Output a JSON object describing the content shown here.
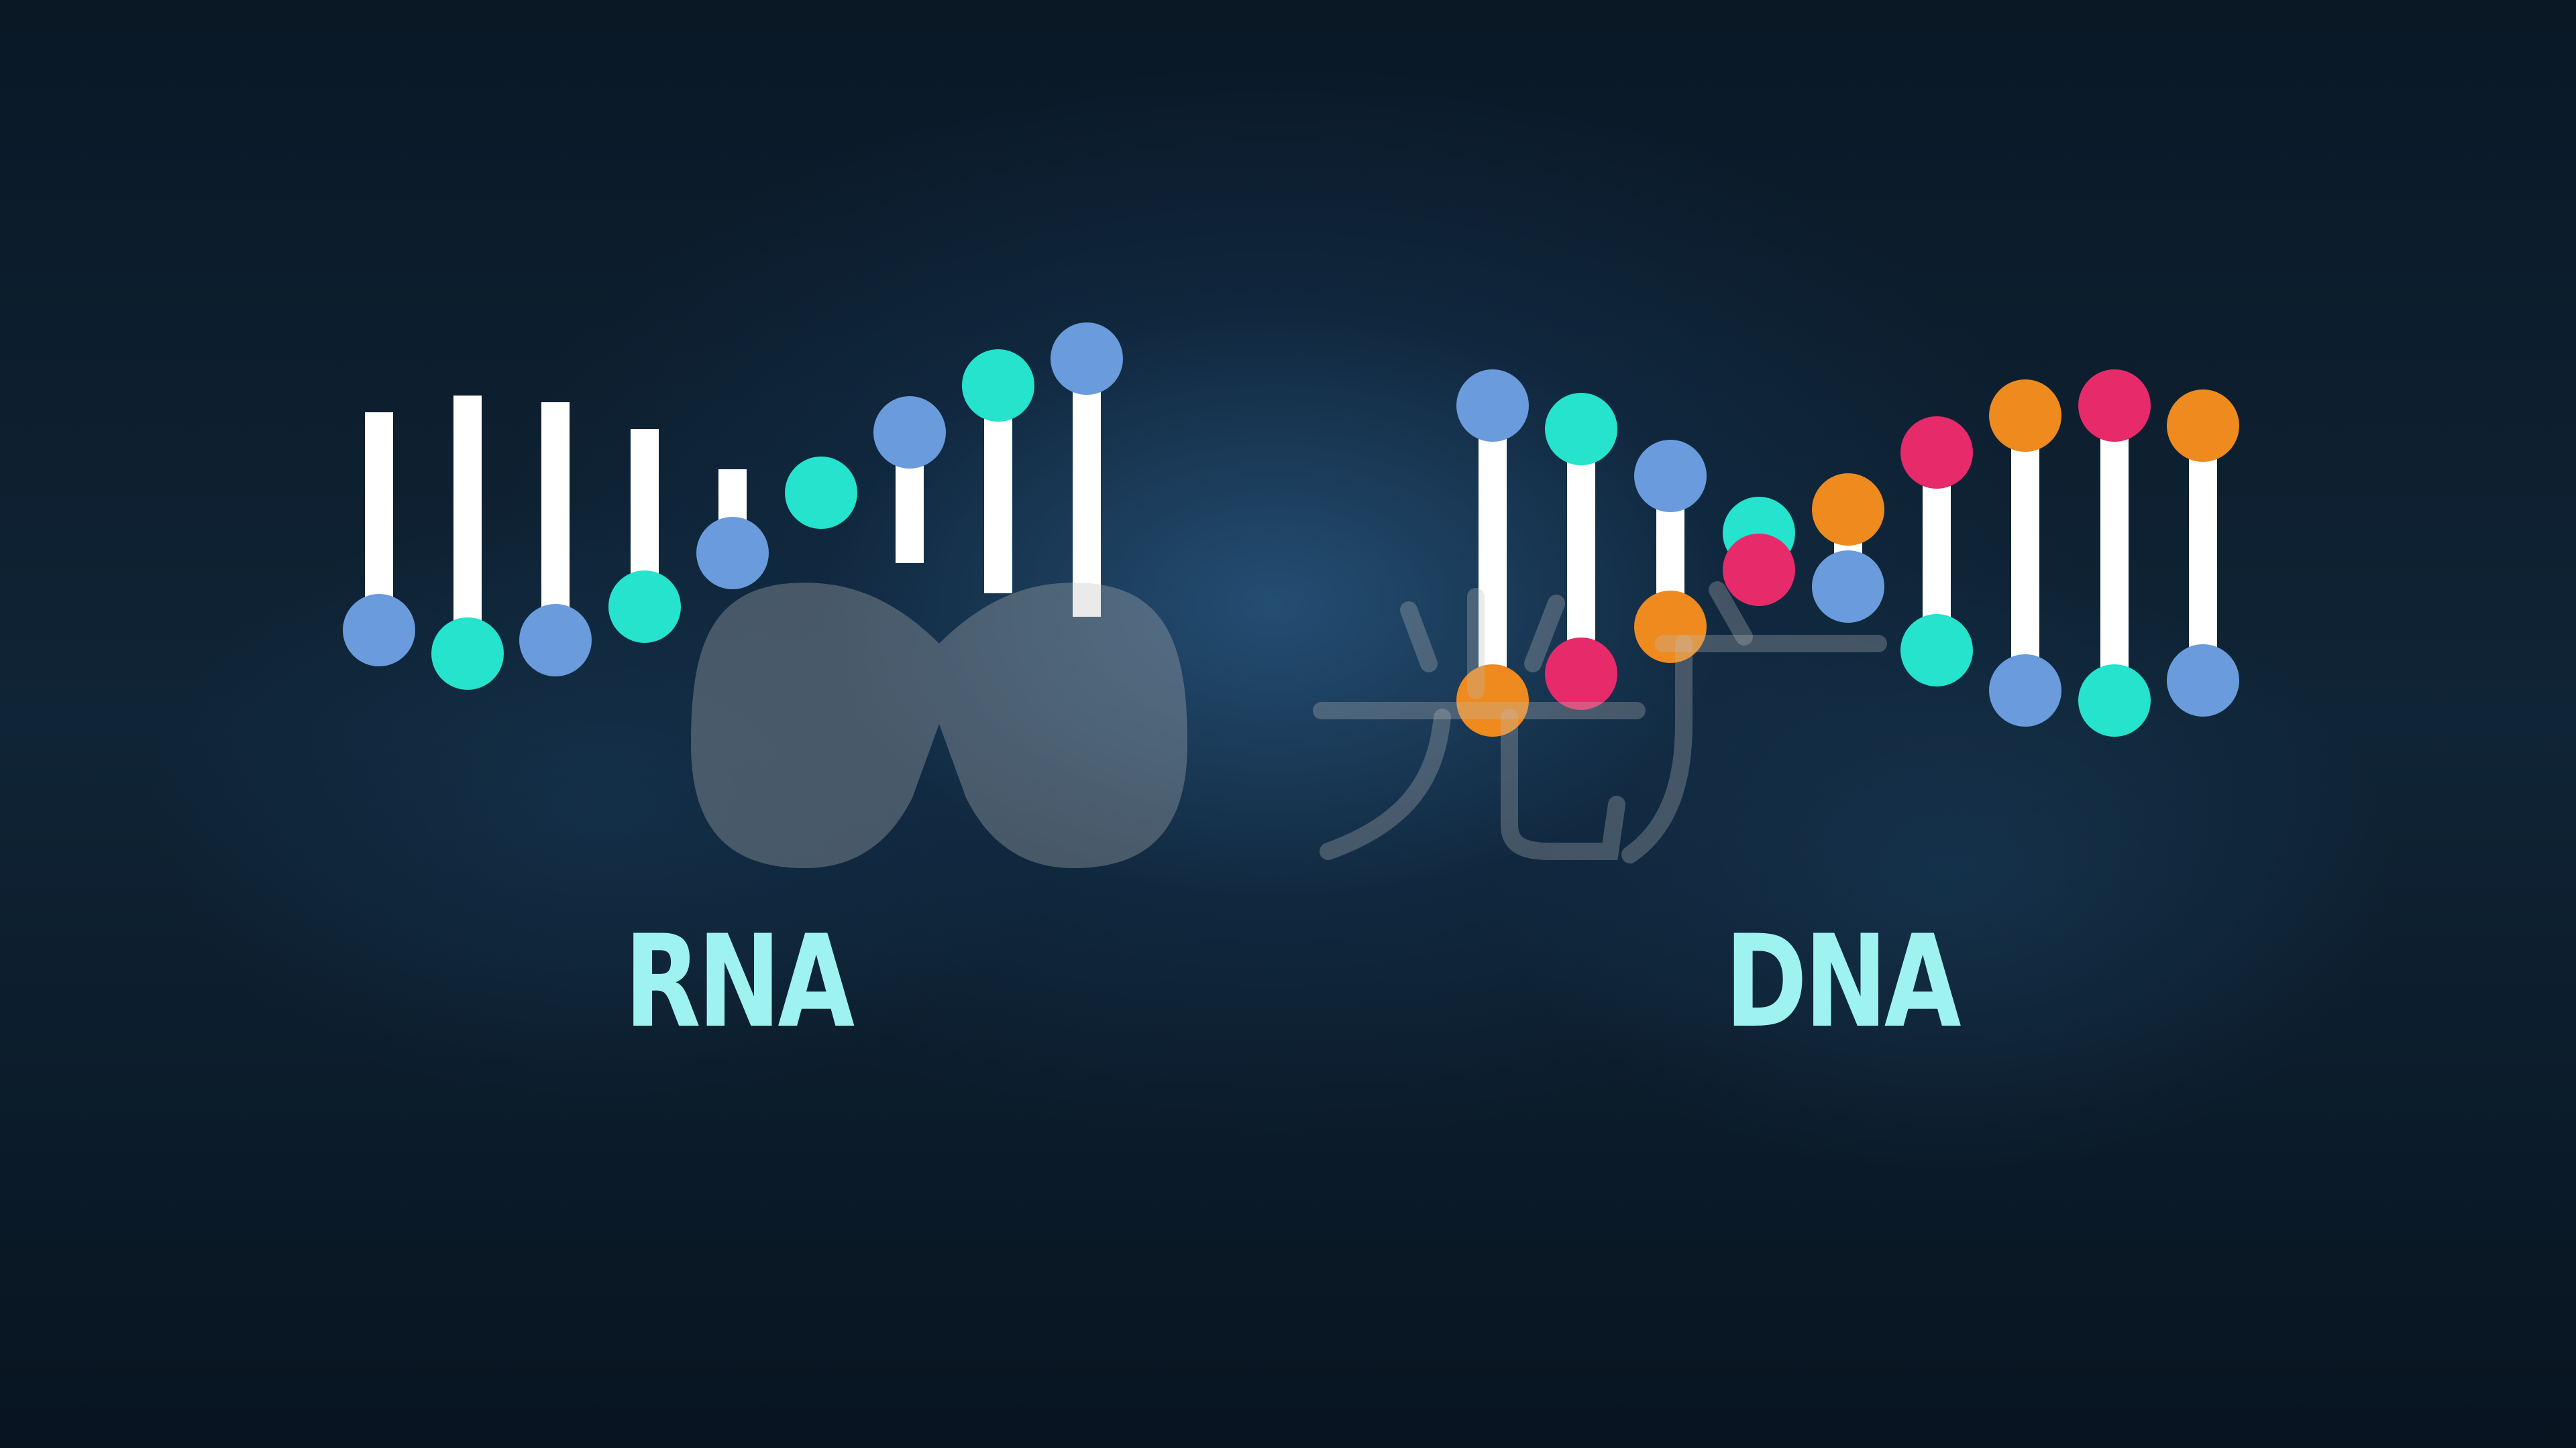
{
  "labels": {
    "rna": "RNA",
    "dna": "DNA"
  },
  "colors": {
    "background": "#0f2436",
    "rod": "#ffffff",
    "blue": "#6a9bdc",
    "teal": "#25e3cc",
    "orange": "#ee8a1e",
    "pink": "#e62a6a",
    "label": "#9ef3f0"
  },
  "rna_strand": [
    {
      "base": "blue"
    },
    {
      "base": "teal"
    },
    {
      "base": "blue"
    },
    {
      "base": "teal"
    },
    {
      "base": "blue"
    },
    {
      "base": "teal"
    },
    {
      "base": "blue"
    },
    {
      "base": "teal"
    },
    {
      "base": "blue"
    }
  ],
  "dna_strand": [
    {
      "top": "blue",
      "bottom": "orange"
    },
    {
      "top": "teal",
      "bottom": "pink"
    },
    {
      "top": "blue",
      "bottom": "orange"
    },
    {
      "top": "teal",
      "bottom": "pink"
    },
    {
      "top": "orange",
      "bottom": "blue"
    },
    {
      "top": "pink",
      "bottom": "teal"
    },
    {
      "top": "orange",
      "bottom": "blue"
    },
    {
      "top": "pink",
      "bottom": "teal"
    },
    {
      "top": "orange",
      "bottom": "blue"
    }
  ]
}
